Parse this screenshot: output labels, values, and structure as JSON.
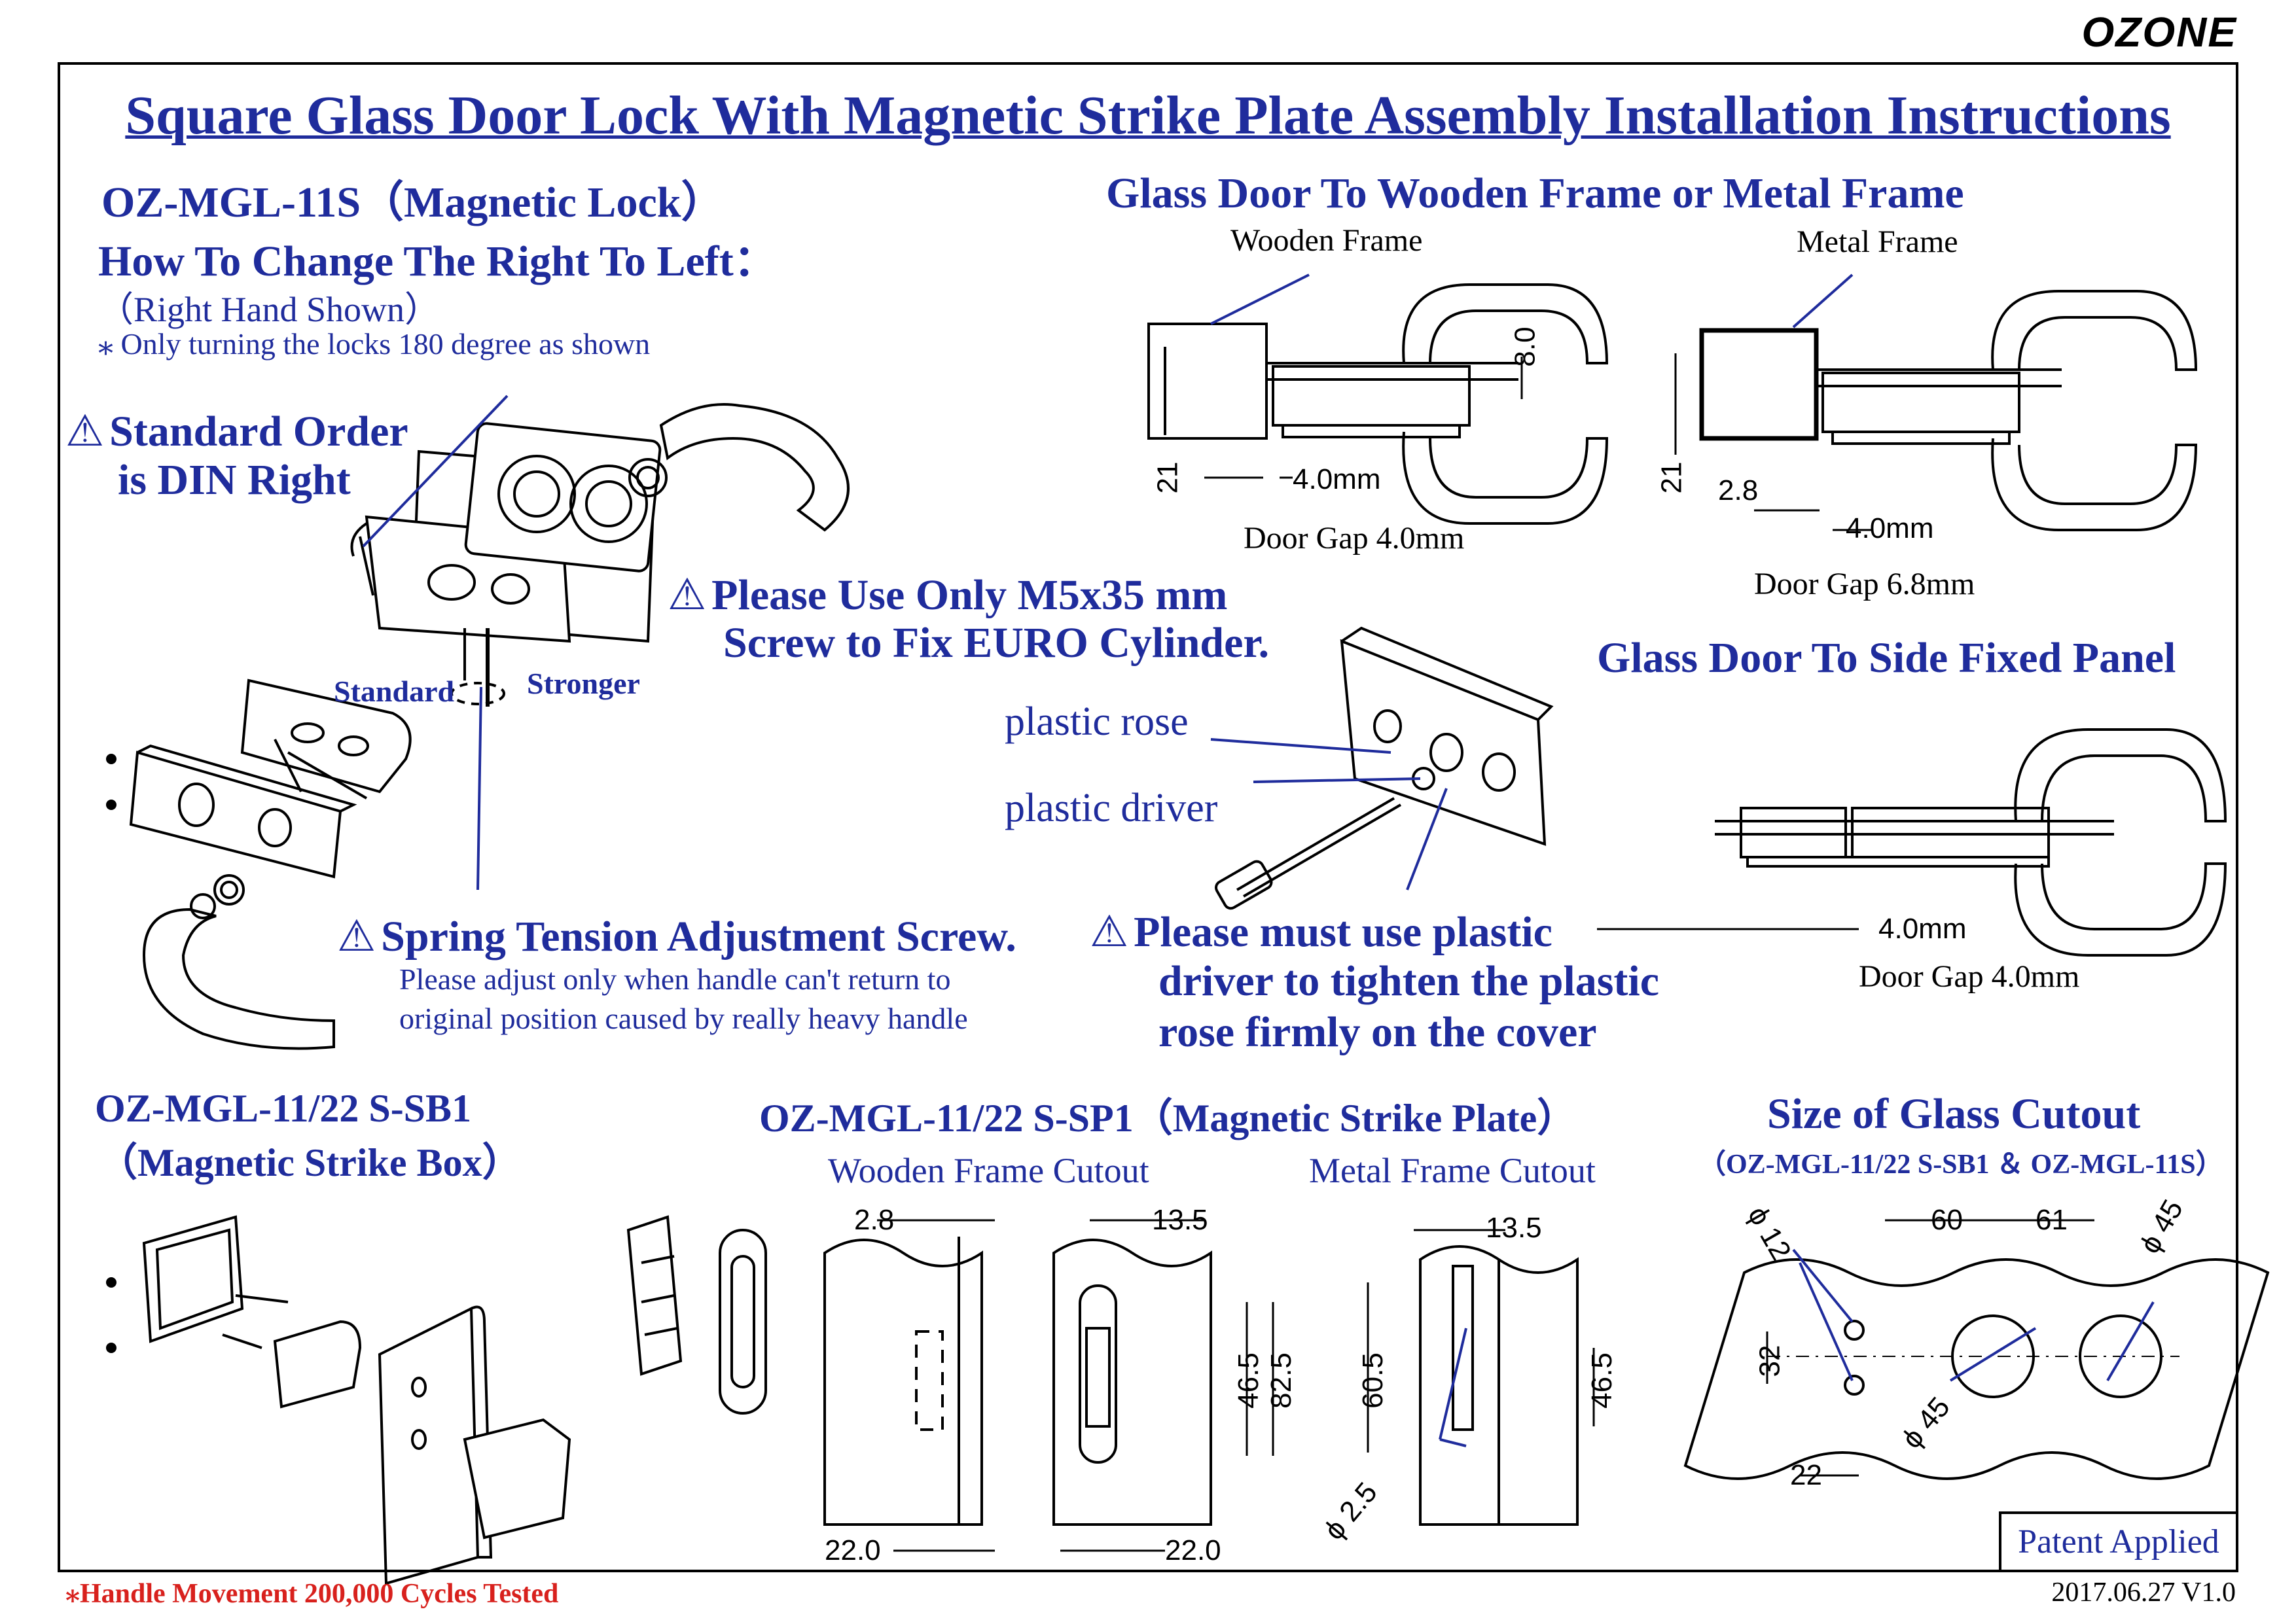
{
  "brand": "OZONE",
  "title": "Square Glass Door Lock With Magnetic Strike Plate Assembly Installation Instructions",
  "left_top": {
    "model": "OZ-MGL-11S（Magnetic Lock）",
    "heading": "How To Change The Right To Left：",
    "note1": "（Right Hand Shown）",
    "note2": "⁎ Only turning the locks 180 degree as shown",
    "standard_order": "Standard Order",
    "din_right": "is DIN Right",
    "label_standard": "Standard",
    "label_stronger": "Stronger",
    "screw_line1": "Please Use Only M5x35 mm",
    "screw_line2": "Screw to Fix EURO Cylinder.",
    "spring_title": "Spring Tension Adjustment Screw.",
    "spring_line1": "Please adjust only when handle can't return to",
    "spring_line2": "original position caused by really heavy handle"
  },
  "right_top": {
    "heading": "Glass Door To Wooden Frame or Metal Frame",
    "wooden_frame": "Wooden Frame",
    "metal_frame": "Metal Frame",
    "dim_8": "8.0",
    "dim_21a": "21",
    "dim_21b": "21",
    "dim_4a": "4.0mm",
    "dim_28": "2.8",
    "dim_4b": "4.0mm",
    "gap_wood": "Door Gap 4.0mm",
    "gap_metal": "Door Gap 6.8mm",
    "side_heading": "Glass Door To Side Fixed Panel",
    "dim_4c": "4.0mm",
    "gap_side": "Door Gap 4.0mm"
  },
  "middle": {
    "plastic_rose": "plastic rose",
    "plastic_driver": "plastic driver",
    "warn_line1": "Please must use plastic",
    "warn_line2": "driver to tighten the plastic",
    "warn_line3": "rose firmly on the cover"
  },
  "bottom": {
    "sb1_model": "OZ-MGL-11/22 S-SB1",
    "sb1_name": "（Magnetic Strike Box）",
    "sp1_title": "OZ-MGL-11/22 S-SP1（Magnetic Strike Plate）",
    "wooden_cutout": "Wooden Frame Cutout",
    "metal_cutout": "Metal Frame Cutout",
    "glass_cutout_title": "Size of Glass Cutout",
    "glass_cutout_sub": "（OZ-MGL-11/22 S-SB1 ＆ OZ-MGL-11S）",
    "dims": {
      "d28": "2.8",
      "d135a": "13.5",
      "d135b": "13.5",
      "d465a": "46.5",
      "d825": "82.5",
      "d605": "60.5",
      "d465b": "46.5",
      "d220a": "22.0",
      "d220b": "22.0",
      "d25": "ϕ 2.5",
      "d12": "ϕ 12",
      "d60": "60",
      "d61": "61",
      "d45a": "ϕ 45",
      "d45b": "ϕ 45",
      "d32": "32",
      "d22": "22"
    },
    "patent": "Patent Applied",
    "cycles": "⁎Handle Movement 200,000 Cycles Tested",
    "version": "2017.06.27 V1.0"
  }
}
